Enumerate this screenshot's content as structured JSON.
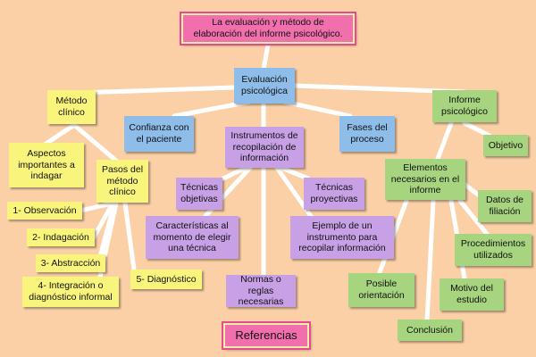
{
  "title": "La evaluación y método de elaboración del informe psicológico.",
  "nodes": {
    "evaluacion": "Evaluación psicológica",
    "metodo_clinico": "Método clínico",
    "aspectos": "Aspectos importantes a indagar",
    "pasos": "Pasos del método clínico",
    "observacion": "1- Observación",
    "indagacion": "2- Indagación",
    "abstraccion": "3- Abstracción",
    "integracion": "4- Integración o diagnóstico informal",
    "diagnostico": "5- Diagnóstico",
    "confianza": "Confianza con el paciente",
    "instrumentos": "Instrumentos de recopilación de información",
    "fases": "Fases del proceso",
    "tecnicas_objetivas": "Técnicas objetivas",
    "tecnicas_proyectivas": "Técnicas proyectivas",
    "caracteristicas": "Características al momento de elegir una técnica",
    "ejemplo": "Ejemplo de un instrumento para recopilar información",
    "normas": "Normas o reglas necesarias",
    "informe": "Informe psicológico",
    "objetivo": "Objetivo",
    "elementos": "Elementos necesarios en el informe",
    "datos": "Datos de filiación",
    "procedimientos": "Procedimientos utilizados",
    "motivo": "Motivo del estudio",
    "posible": "Posible orientación",
    "conclusion": "Conclusión"
  },
  "references": "Referencias",
  "colors": {
    "background": "#fbd0a6",
    "title": "#f26fae",
    "yellow": "#f8f47c",
    "blue": "#8fbde9",
    "purple": "#c8a0e6",
    "green": "#a7d47f",
    "connector": "#ffffff"
  }
}
